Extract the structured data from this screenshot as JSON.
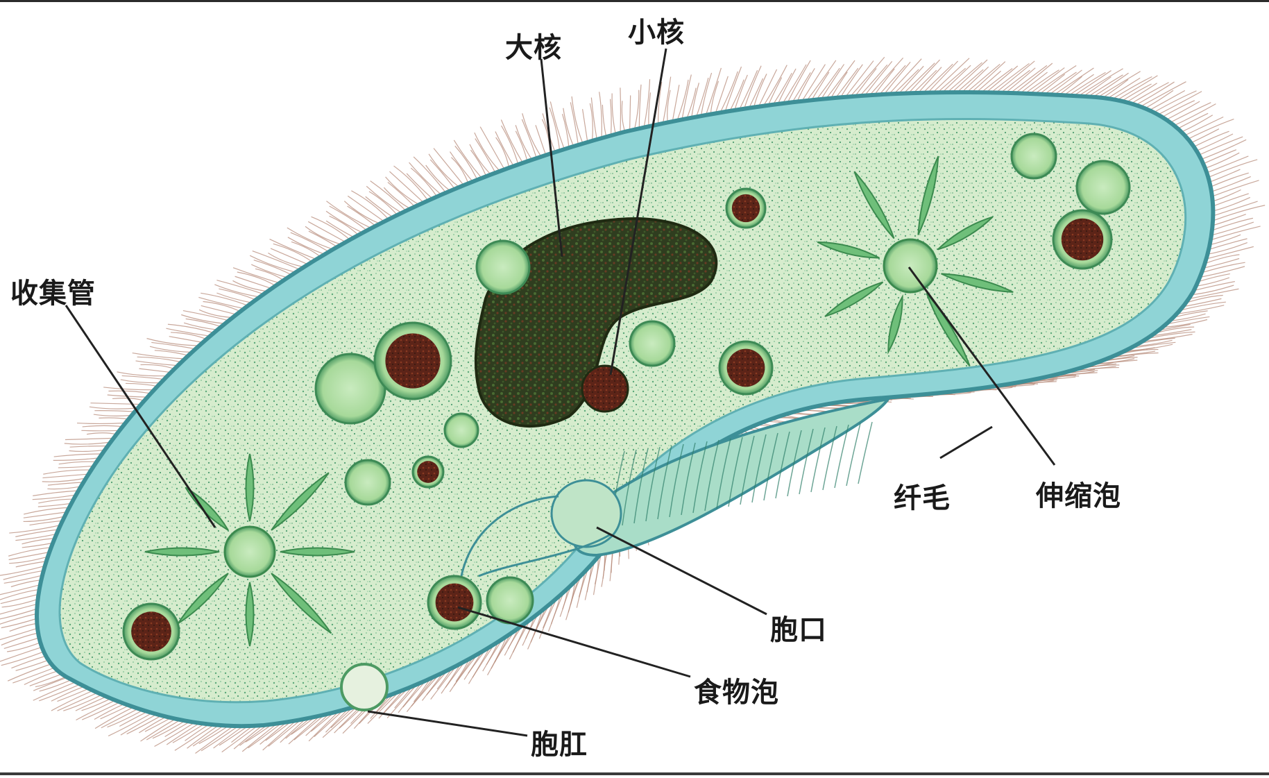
{
  "labels": {
    "macronucleus": "大核",
    "micronucleus": "小核",
    "collecting_canal": "收集管",
    "cilia": "纤毛",
    "contractile_vacuole": "伸缩泡",
    "oral_groove": "胞口",
    "food_vacuole": "食物泡",
    "anal_pore": "胞肛"
  },
  "colors": {
    "membrane": "#8fd4d6",
    "membrane_dark": "#3d8f97",
    "cytoplasm": "#cfe9c7",
    "speckle": "#5aa879",
    "cilia": "#b58a78",
    "nucleus": "#2f3d1f",
    "vacuole_core": "#6b2a1c",
    "vacuole_ring": "#9ccf8c",
    "leader": "#222222"
  }
}
